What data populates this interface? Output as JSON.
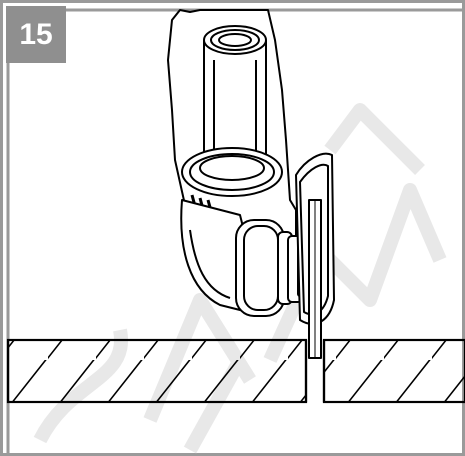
{
  "figure": {
    "step_number": "15",
    "badge_color": "#8f8f8f",
    "frame_color": "#9a9a9a",
    "watermark_color": "#e6e6e6",
    "watermark_text": "СТРОЙ М"
  },
  "icons": [
    "angle-grinder-illustration",
    "workpiece-board",
    "cut-groove"
  ]
}
